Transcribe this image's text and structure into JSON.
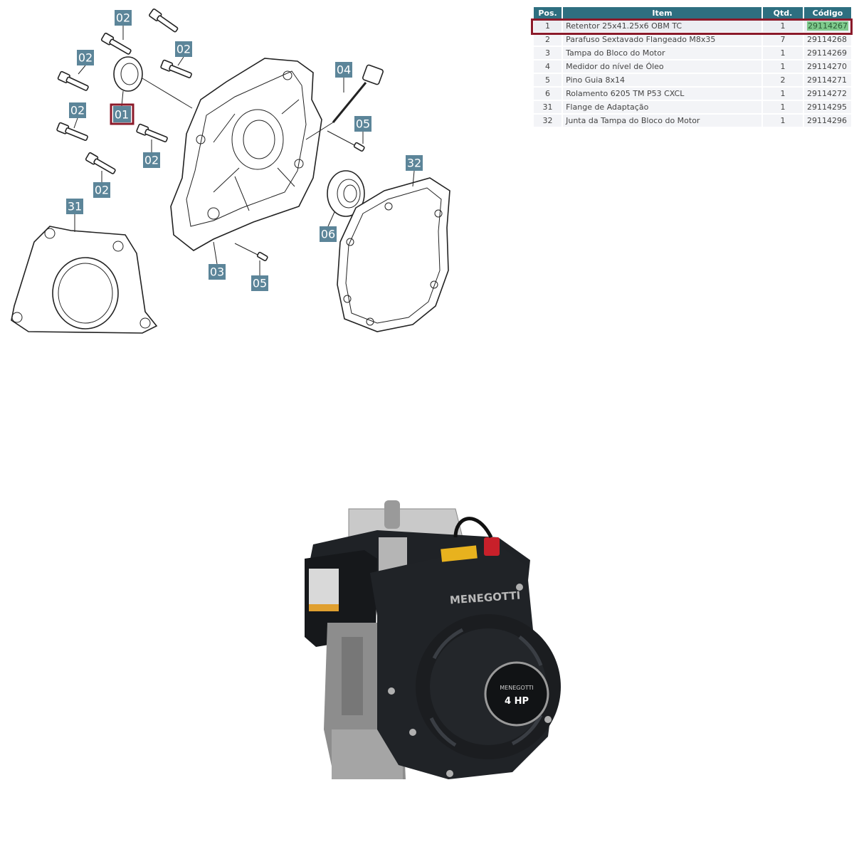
{
  "diagram": {
    "callouts": [
      {
        "label": "02"
      },
      {
        "label": "02"
      },
      {
        "label": "02"
      },
      {
        "label": "02"
      },
      {
        "label": "02"
      },
      {
        "label": "02"
      },
      {
        "label": "01"
      },
      {
        "label": "04"
      },
      {
        "label": "05"
      },
      {
        "label": "32"
      },
      {
        "label": "31"
      },
      {
        "label": "06"
      },
      {
        "label": "03"
      },
      {
        "label": "05"
      }
    ],
    "selected_color": "#8b1a2a",
    "callout_color": "#5c8599"
  },
  "table": {
    "headers": {
      "pos": "Pos.",
      "item": "Item",
      "qty": "Qtd.",
      "code": "Código"
    },
    "rows": [
      {
        "pos": "1",
        "item": "Retentor 25x41.25x6 OBM TC",
        "qty": "1",
        "code": "29114267"
      },
      {
        "pos": "2",
        "item": "Parafuso Sextavado Flangeado M8x35",
        "qty": "7",
        "code": "29114268"
      },
      {
        "pos": "3",
        "item": "Tampa do Bloco do Motor",
        "qty": "1",
        "code": "29114269"
      },
      {
        "pos": "4",
        "item": "Medidor do nível de Óleo",
        "qty": "1",
        "code": "29114270"
      },
      {
        "pos": "5",
        "item": "Pino Guia 8x14",
        "qty": "2",
        "code": "29114271"
      },
      {
        "pos": "6",
        "item": "Rolamento 6205 TM P53 CXCL",
        "qty": "1",
        "code": "29114272"
      },
      {
        "pos": "31",
        "item": "Flange de Adaptação",
        "qty": "1",
        "code": "29114295"
      },
      {
        "pos": "32",
        "item": "Junta da Tampa do Bloco do Motor",
        "qty": "1",
        "code": "29114296"
      }
    ],
    "header_color": "#2e6f80",
    "highlight_code_color": "#7fca8c"
  },
  "engine": {
    "brand": "MENEGOTTI",
    "power_label": "4 HP",
    "badge_brand": "MENEGOTTI"
  }
}
